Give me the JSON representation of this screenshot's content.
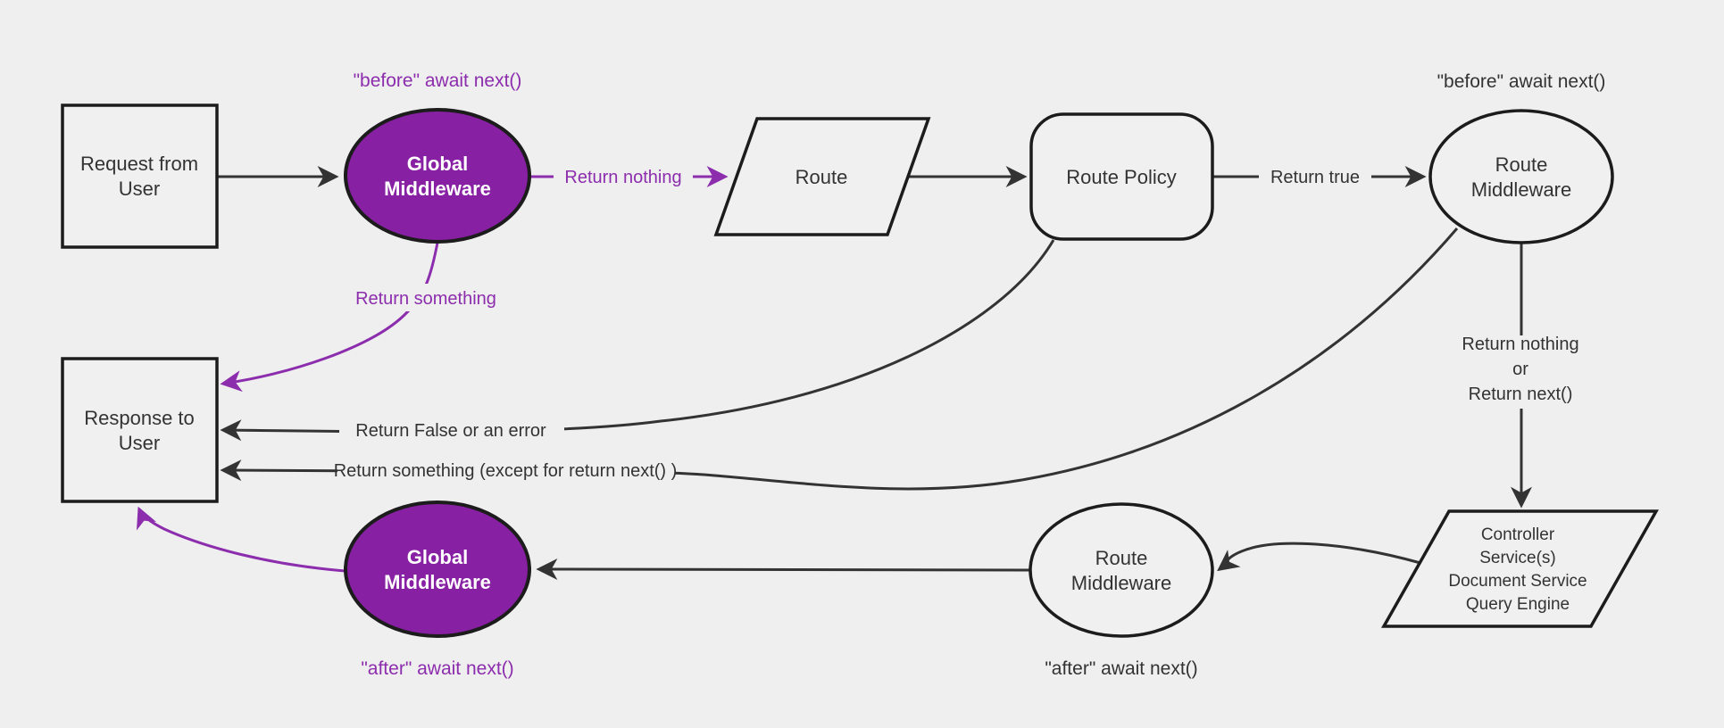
{
  "colors": {
    "background": "#efefef",
    "node-fill": "#f0f0f0",
    "node-border": "#1c1c1c",
    "edge": "#333333",
    "text": "#333333",
    "purple-fill": "#8820a3",
    "purple-edge": "#8c2dad",
    "white-text": "#ffffff"
  },
  "nodes": {
    "request": {
      "line1": "Request from",
      "line2": "User"
    },
    "global_middleware_top": {
      "line1": "Global",
      "line2": "Middleware"
    },
    "route": {
      "label": "Route"
    },
    "route_policy": {
      "label": "Route Policy"
    },
    "route_middleware_top": {
      "line1": "Route",
      "line2": "Middleware"
    },
    "controller": {
      "line1": "Controller",
      "line2": "Service(s)",
      "line3": "Document Service",
      "line4": "Query Engine"
    },
    "route_middleware_bottom": {
      "line1": "Route",
      "line2": "Middleware"
    },
    "global_middleware_bottom": {
      "line1": "Global",
      "line2": "Middleware"
    },
    "response": {
      "line1": "Response to",
      "line2": "User"
    }
  },
  "labels": {
    "before_await_top": "\"before\" await next()",
    "before_await_right": "\"before\" await next()",
    "after_await_left": "\"after\" await next()",
    "after_await_right": "\"after\" await next()",
    "return_nothing": "Return nothing",
    "return_true": "Return true",
    "return_nothing_or": {
      "line1": "Return nothing",
      "line2": "or",
      "line3": "Return next()"
    },
    "return_something": "Return something",
    "return_false": "Return False or an error",
    "return_something_except": "Return something (except for return next() )"
  }
}
